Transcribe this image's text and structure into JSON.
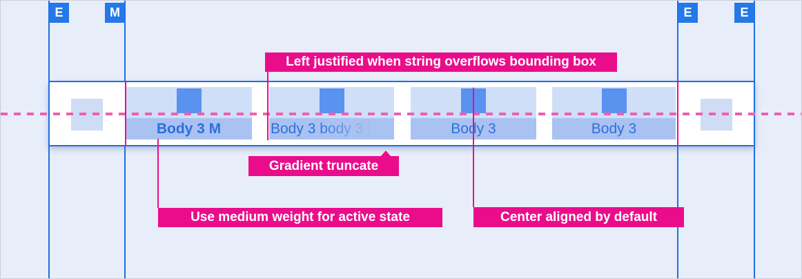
{
  "colors": {
    "background": "#e8edfa",
    "grid_blue": "#1c6fe3",
    "badge_blue": "#2478e8",
    "tab_top_fill": "#cfdff8",
    "tab_label_fill": "#a9c2f2",
    "tab_icon_fill": "#5a92ef",
    "side_square_fill": "#cfdcf6",
    "tab_text_blue": "#2f6fdc",
    "annotation_pink": "#ea0d8b",
    "dash_pink": "#ee5fae",
    "bar_background": "#ffffff"
  },
  "margin_badges": [
    {
      "label": "E"
    },
    {
      "label": "M"
    },
    {
      "label": "E"
    },
    {
      "label": "E"
    }
  ],
  "tabbar": {
    "tabs": [
      {
        "label": "Body 3 M",
        "state": "active",
        "alignment": "center",
        "weight": "medium"
      },
      {
        "label": "Body 3 body 3 b",
        "state": "default",
        "alignment": "left",
        "truncation": "gradient"
      },
      {
        "label": "Body 3",
        "state": "default",
        "alignment": "center"
      },
      {
        "label": "Body 3",
        "state": "default",
        "alignment": "center"
      }
    ]
  },
  "annotations": {
    "left_justified": "Left justified when string overflows bounding box",
    "gradient_truncate": "Gradient truncate",
    "medium_weight": "Use medium weight for active state",
    "center_aligned": "Center aligned by default"
  }
}
